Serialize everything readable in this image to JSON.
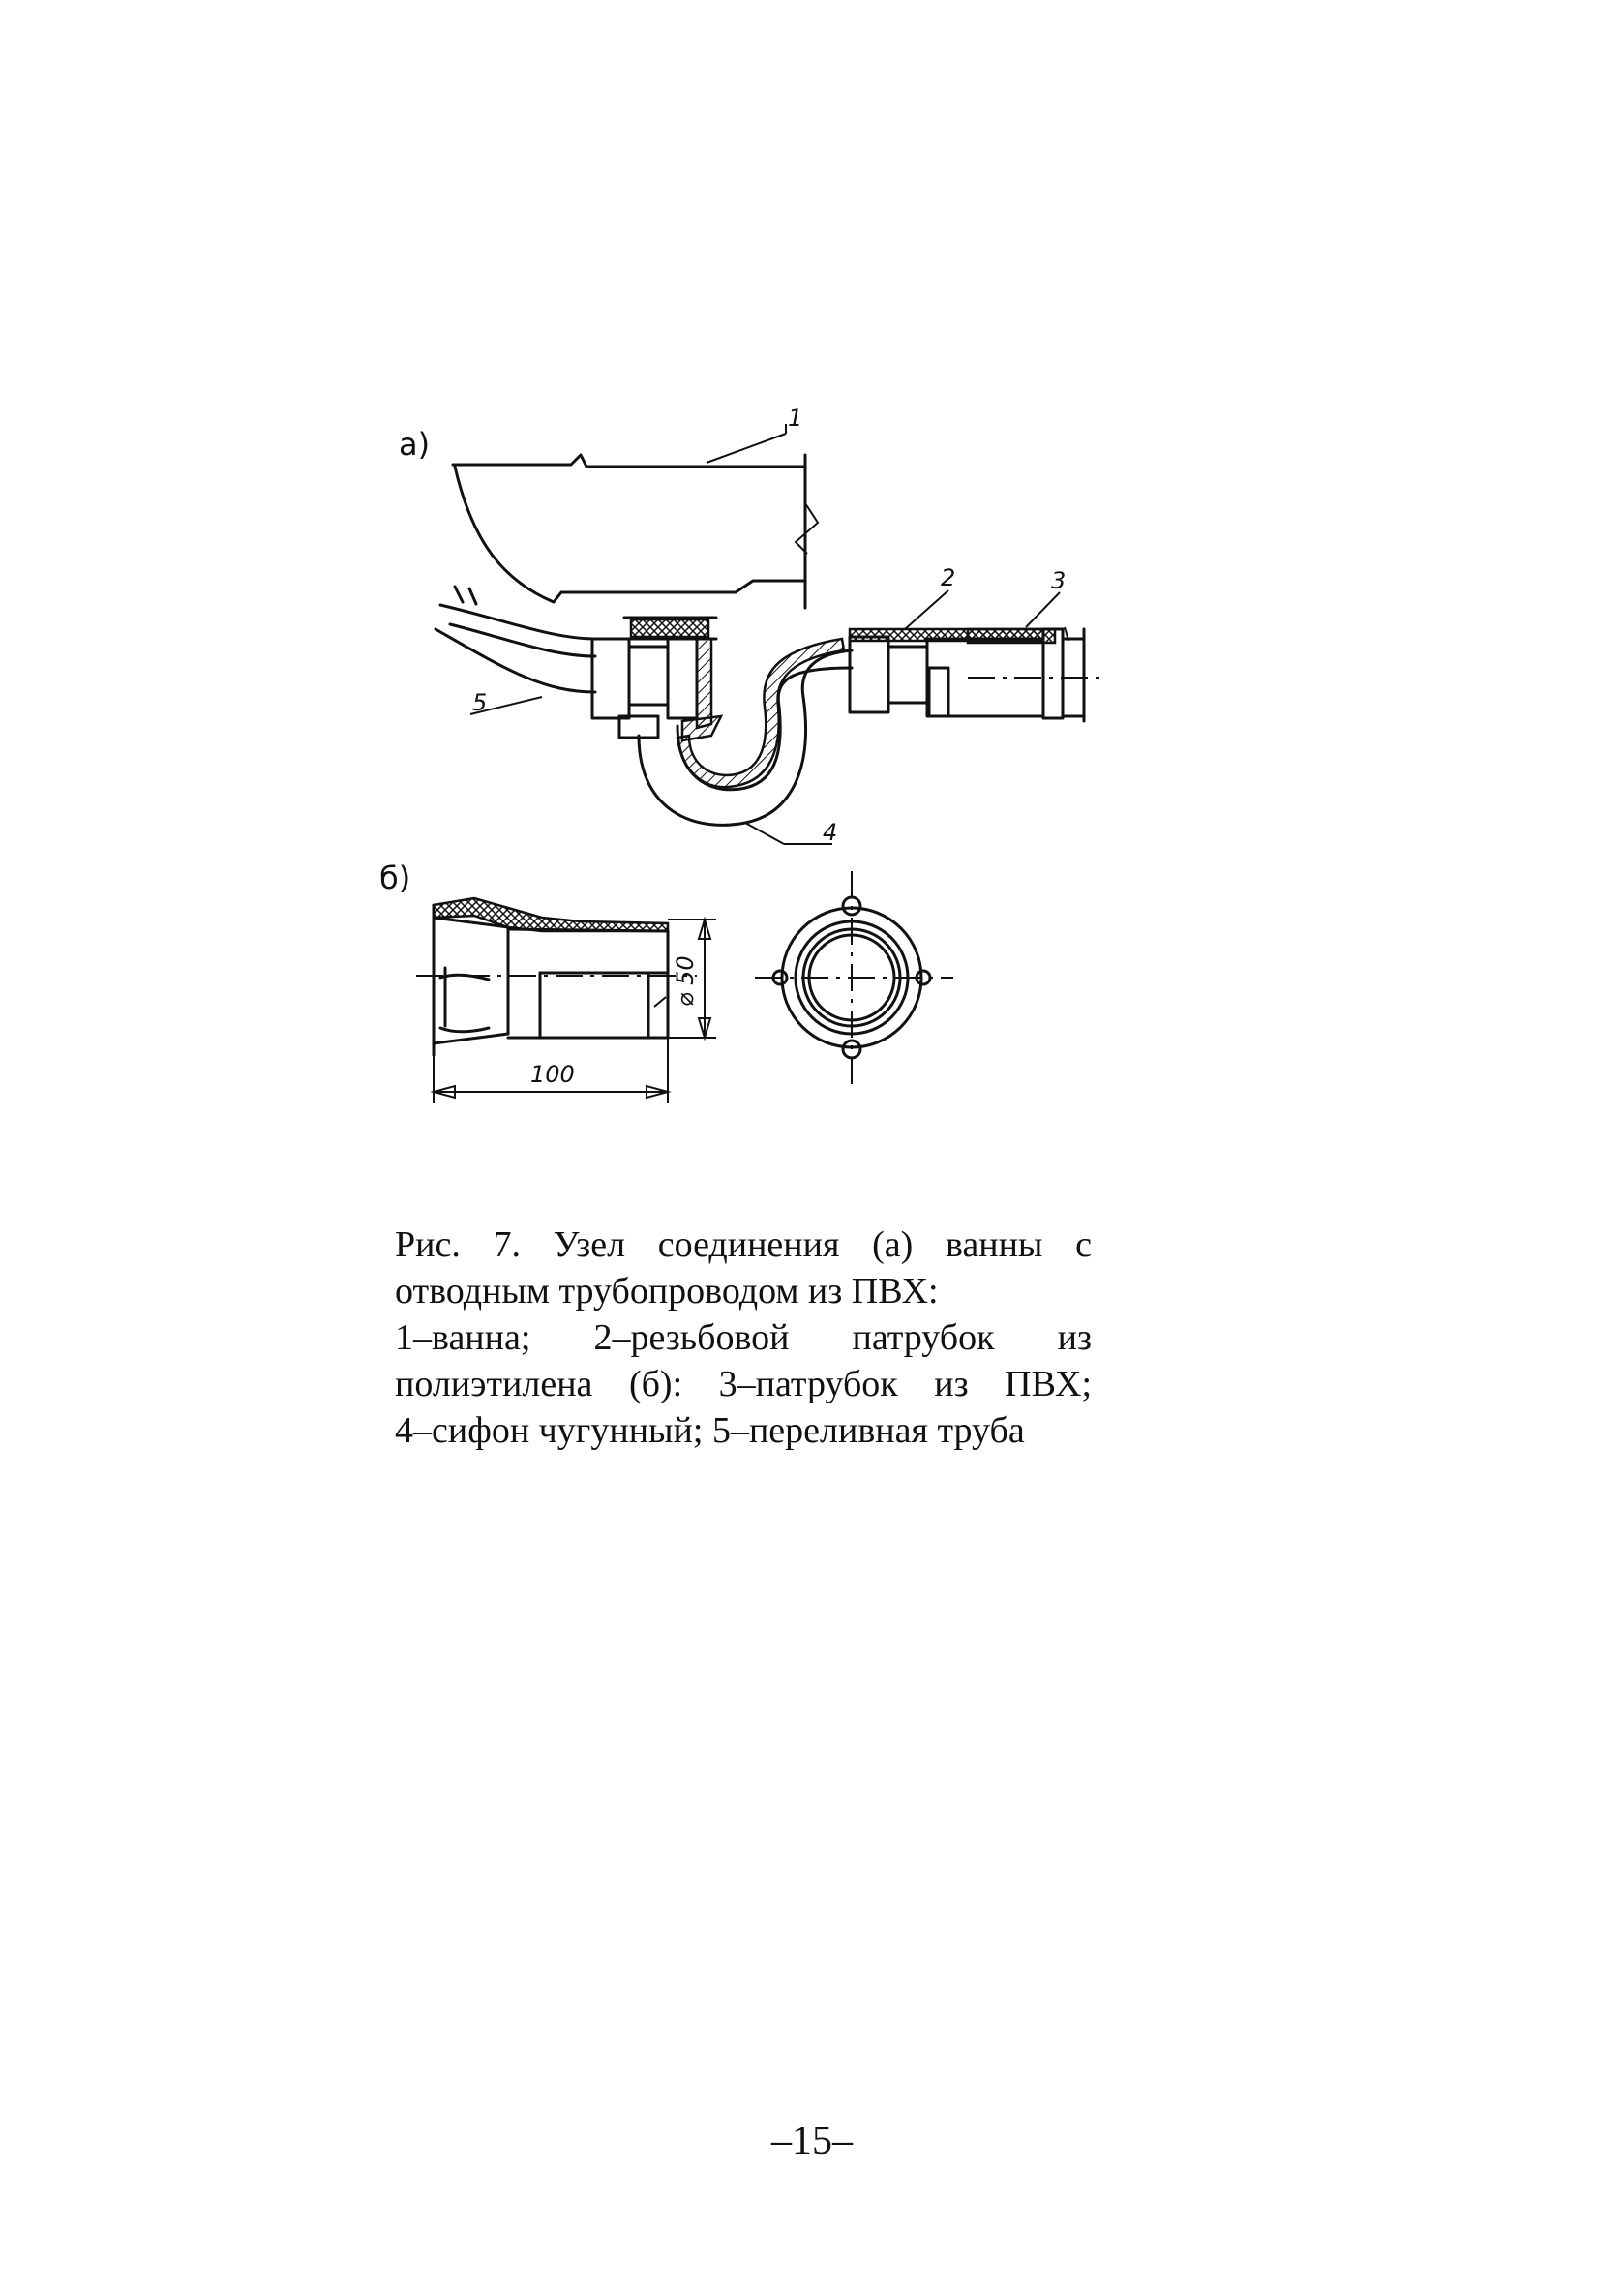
{
  "figure": {
    "panel_a_label": "а)",
    "panel_b_label": "б)",
    "callouts": [
      "1",
      "2",
      "3",
      "4",
      "5"
    ],
    "dimension_length": "100",
    "dimension_diameter": "⌀ 50"
  },
  "caption": {
    "line1": "Рис. 7. Узел соединения (а) ванны с",
    "line2": "отводным трубопроводом из ПВХ:",
    "line3": "1–ванна; 2–резьбовой патрубок из",
    "line4": "полиэтилена (б): 3–патрубок из ПВХ;",
    "line5": "4–сифон чугунный; 5–переливная труба"
  },
  "page_number": "–15–"
}
